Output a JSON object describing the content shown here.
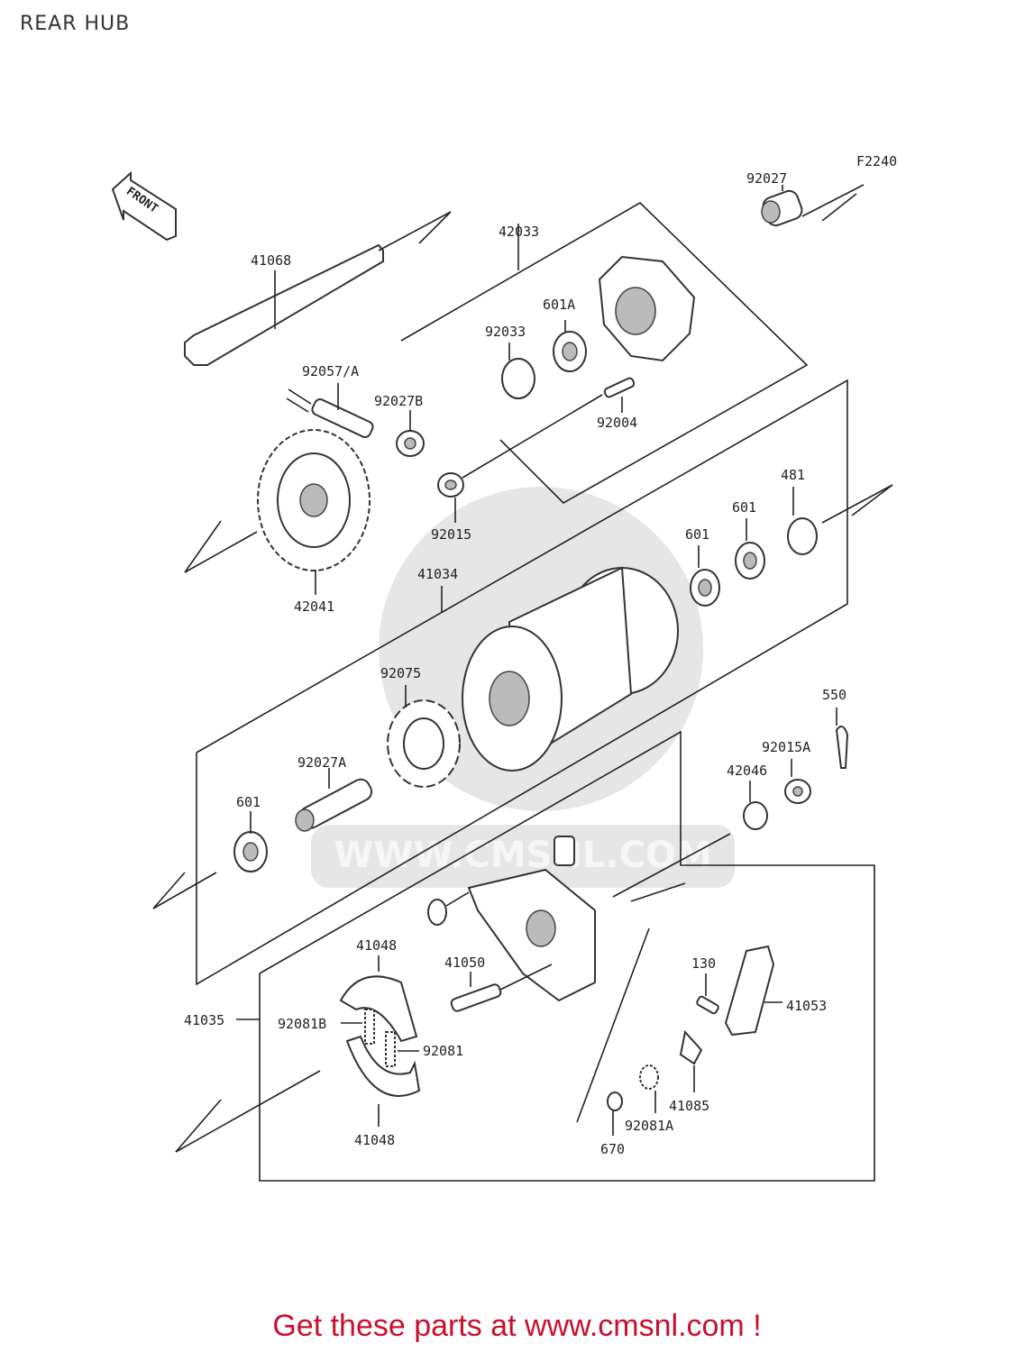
{
  "page": {
    "title": "REAR HUB",
    "figure_code": "F2240",
    "front_label": "FRONT",
    "watermark": "WWW.CMSNL.COM",
    "footer": "Get these parts at www.cmsnl.com !"
  },
  "parts": [
    {
      "id": "41068",
      "label": "41068"
    },
    {
      "id": "42033",
      "label": "42033"
    },
    {
      "id": "92027",
      "label": "92027"
    },
    {
      "id": "601A",
      "label": "601A"
    },
    {
      "id": "92033",
      "label": "92033"
    },
    {
      "id": "92057A",
      "label": "92057/A"
    },
    {
      "id": "92027B",
      "label": "92027B"
    },
    {
      "id": "92004",
      "label": "92004"
    },
    {
      "id": "92015",
      "label": "92015"
    },
    {
      "id": "481",
      "label": "481"
    },
    {
      "id": "601-top",
      "label": "601"
    },
    {
      "id": "601-mid",
      "label": "601"
    },
    {
      "id": "42041",
      "label": "42041"
    },
    {
      "id": "41034",
      "label": "41034"
    },
    {
      "id": "92075",
      "label": "92075"
    },
    {
      "id": "550",
      "label": "550"
    },
    {
      "id": "92015A",
      "label": "92015A"
    },
    {
      "id": "42046",
      "label": "42046"
    },
    {
      "id": "92027A",
      "label": "92027A"
    },
    {
      "id": "601-left",
      "label": "601"
    },
    {
      "id": "41048-top",
      "label": "41048"
    },
    {
      "id": "41050",
      "label": "41050"
    },
    {
      "id": "130",
      "label": "130"
    },
    {
      "id": "41053",
      "label": "41053"
    },
    {
      "id": "41035",
      "label": "41035"
    },
    {
      "id": "92081B",
      "label": "92081B"
    },
    {
      "id": "92081",
      "label": "92081"
    },
    {
      "id": "41085",
      "label": "41085"
    },
    {
      "id": "92081A",
      "label": "92081A"
    },
    {
      "id": "670",
      "label": "670"
    },
    {
      "id": "41048-bottom",
      "label": "41048"
    }
  ]
}
